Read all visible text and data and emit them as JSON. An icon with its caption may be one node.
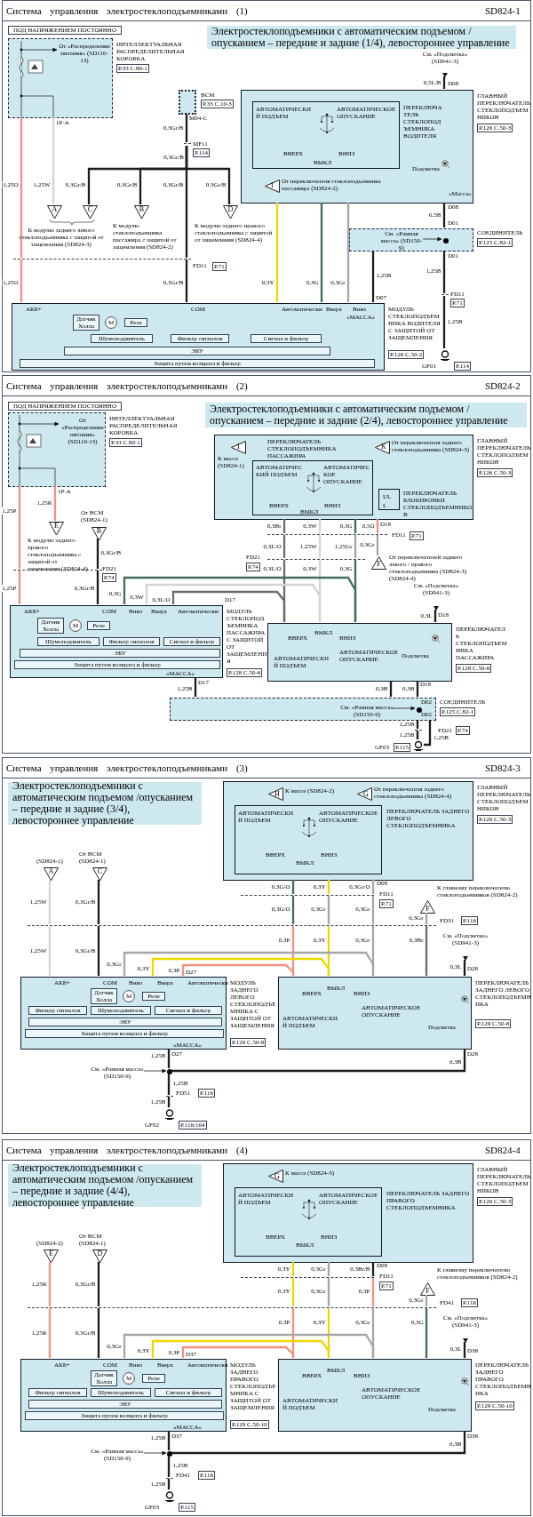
{
  "diagram": {
    "nodes": [
      {
        "text": [
          "Система управления электростеклоподъемниками (1)",
          "SD824-1"
        ]
      },
      {
        "text": [
          "Электростеклоподъемники с автоматическим подъемом /опусканием – передние и задние (1/4), левостороннее управление"
        ],
        "in": 0
      },
      {
        "text": [
          "ПОД НАПРЯЖЕНИЕМ ПОСТОЯННО"
        ],
        "in": 0
      },
      {
        "text": [
          "ИНТЕЛЛЕКТУАЛЬНАЯ РАСПРЕДЕЛИТЕЛЬНАЯ КОРОБКА",
          "P.33 C.80-1"
        ],
        "in": 0
      },
      {
        "text": [
          "От «Распределение питания» (SD110-13)"
        ],
        "in": 3
      },
      {
        "text": [
          "BCM",
          "P.33 C.10-3"
        ],
        "in": 0
      },
      {
        "text": [
          "MF11",
          "P.114"
        ],
        "in": 0
      },
      {
        "text": [
          "A"
        ],
        "in": 0
      },
      {
        "text": [
          "C"
        ],
        "in": 0
      },
      {
        "text": [
          "B"
        ],
        "beside": [
          "К модулю стеклоподъемника пассажира с защитой от защемления (SD824-2)"
        ],
        "in": 0
      },
      {
        "text": [
          "D"
        ],
        "beside": [
          "К модулю заднего правого стеклоподъемника с защитой от защемления (SD824-4)"
        ],
        "in": 0
      },
      {
        "text": [
          "FD11",
          "P.71"
        ],
        "in": 0
      },
      {
        "text": [
          "ГЛАВНЫЙ ПЕРЕКЛЮЧАТЕЛЬ СТЕКЛОПОДЪЕМНИКОВ",
          "P.126 C.50-3",
          "Подсветка",
          "«Масса»"
        ],
        "in": 0
      },
      {
        "text": [
          "АВТОМАТИЧЕСКИЙ ПОДЪЕМ",
          "АВТОМАТИЧЕСКОЕ ОПУСКАНИЕ",
          "ПЕРЕКЛЮЧАТЕЛЬ СТЕКЛОПОДЪЕМНИКА ВОДИТЕЛЯ",
          "ВВЕРХ",
          "ВЫКЛ",
          "ВНИЗ"
        ],
        "in": 12
      },
      {
        "text": [
          "I"
        ],
        "beside": [
          "От переключателя стеклоподъемника пассажира (SD824-2)"
        ],
        "in": 12
      },
      {
        "text": [
          "См. «Подсветка» (SD941-3)"
        ],
        "in": 0
      },
      {
        "text": [
          "СОЕДИНИТЕЛЬ",
          "P.125 C.82-1"
        ],
        "in": 0
      },
      {
        "text": [
          "См. «Рамная масса» (SD150-9)"
        ],
        "in": 16
      },
      {
        "text": [
          "GF01",
          "P.114"
        ],
        "in": 0
      },
      {
        "text": [
          "МОДУЛЬ СТЕКЛОПОДЪЕМНИКА ВОДИТЕЛЯ С ЗАЩИТОЙ ОТ ЗАЩЕМЛЕНИЯ",
          "P.126 C.50-2",
          "АКБ+",
          "COM",
          "Автоматически",
          "Вверх",
          "Вниз",
          "«МАССА»"
        ],
        "in": 0
      },
      {
        "text": [
          "Датчик Холла"
        ],
        "in": 19
      },
      {
        "text": [
          "M"
        ],
        "in": 19
      },
      {
        "text": [
          "Реле"
        ],
        "in": 19
      },
      {
        "text": [
          "Шумоподавитель"
        ],
        "in": 19
      },
      {
        "text": [
          "Фильтр сигналов"
        ],
        "in": 19
      },
      {
        "text": [
          "Сигнал и фильтр"
        ],
        "in": 19
      },
      {
        "text": [
          "ЭБУ"
        ],
        "in": 19
      },
      {
        "text": [
          "Защита путем возврата и фильтр"
        ],
        "in": 19
      },
      {
        "text": [
          "FD11",
          "P.71"
        ],
        "in": 0
      },
      {
        "text": [
          "Система управления электростеклоподъемниками (2)",
          "SD824-2"
        ]
      },
      {
        "text": [
          "Электростеклоподъемники с автоматическим подъемом /опусканием – передние и задние (2/4), левостороннее управление"
        ],
        "in": 29
      },
      {
        "text": [
          "ПОД НАПРЯЖЕНИЕМ ПОСТОЯННО"
        ],
        "in": 29
      },
      {
        "text": [
          "ИНТЕЛЛЕКТУАЛЬНАЯ РАСПРЕДЕЛИТЕЛЬНАЯ КОРОБКА",
          "P.33 C.80-1"
        ],
        "in": 29
      },
      {
        "text": [
          "От «Распределение питания» (SD110-13)"
        ],
        "in": 32
      },
      {
        "text": [
          "E"
        ],
        "beside": [
          "К модулю заднего правого стеклоподъемника с защитой от защемления (SD824-4)"
        ],
        "in": 29
      },
      {
        "text": [
          "B"
        ],
        "beside": [
          "От BCM (SD824-1)"
        ],
        "in": 29
      },
      {
        "text": [
          "FD21",
          "P.74"
        ],
        "in": 29
      },
      {
        "text": [
          "МОДУЛЬ СТЕКЛОПОДЪЕМНИКА ПАССАЖИРА С ЗАЩИТОЙ ОТ ЗАЩЕМЛЕНИЯ",
          "P.128 C.50-6",
          "АКБ+",
          "COM",
          "Вниз",
          "Вверх",
          "Автоматически",
          "«МАССА»"
        ],
        "in": 29
      },
      {
        "text": [
          "Датчик Холла"
        ],
        "in": 37
      },
      {
        "text": [
          "M"
        ],
        "in": 37
      },
      {
        "text": [
          "Реле"
        ],
        "in": 37
      },
      {
        "text": [
          "Шумоподавитель"
        ],
        "in": 37
      },
      {
        "text": [
          "Фильтр сигналов"
        ],
        "in": 37
      },
      {
        "text": [
          "Сигнал и фильтр"
        ],
        "in": 37
      },
      {
        "text": [
          "ЭБУ"
        ],
        "in": 37
      },
      {
        "text": [
          "Защита путем возврата и фильтр"
        ],
        "in": 37
      },
      {
        "text": [
          "ГЛАВНЫЙ ПЕРЕКЛЮЧАТЕЛЬ СТЕКЛОПОДЪЕМНИКОВ",
          "P.126 C.50-3"
        ],
        "in": 29
      },
      {
        "text": [
          "I"
        ],
        "beside": [
          "К массе (SD824-1)"
        ],
        "in": 46
      },
      {
        "text": [
          "K"
        ],
        "beside": [
          "От переключателя заднего стеклоподъемника (SD824-3)"
        ],
        "in": 46
      },
      {
        "text": [
          "АВТОМАТИЧЕСКИЙ ПОДЪЕМ",
          "АВТОМАТИЧЕСКОЕ ОПУСКАНИЕ",
          "ПЕРЕКЛЮЧАТЕЛЬ СТЕКЛОПОДЪЕМНИКА ПАССАЖИРА",
          "ВВЕРХ",
          "ВЫКЛ",
          "ВНИЗ"
        ],
        "in": 46
      },
      {
        "text": [
          "UL",
          "L",
          "ПЕРЕКЛЮЧАТЕЛЬ БЛОКИРОВКИ СТЕКЛОПОДЪЕМНИКОВ"
        ],
        "in": 46
      },
      {
        "text": [
          "FD11",
          "P.71"
        ],
        "in": 29
      },
      {
        "text": [
          "FD21",
          "P.74"
        ],
        "in": 29
      },
      {
        "text": [
          "F"
        ],
        "beside": [
          "От переключателей заднего левого / правого стеклоподъемника (SD824-3) (SD824-4)"
        ],
        "in": 29
      },
      {
        "text": [
          "См. «Подсветка» (SD941-3)"
        ],
        "in": 29
      },
      {
        "text": [
          "ПЕРЕКЛЮЧАТЕЛЬ СТЕКЛОПОДЪЕМНИКА ПАССАЖИРА",
          "P.128 C.50-6",
          "ВВЕРХ",
          "ВЫКЛ",
          "ВНИЗ",
          "АВТОМАТИЧЕСКИЙ ПОДЪЕМ",
          "АВТОМАТИЧЕСКОЕ ОПУСКАНИЕ",
          "Подсветка"
        ],
        "in": 29
      },
      {
        "text": [
          "СОЕДИНИТЕЛЬ",
          "P.125 C.82-1"
        ],
        "in": 29
      },
      {
        "text": [
          "См. «Рамная масса» (SD150-9)"
        ],
        "in": 56
      },
      {
        "text": [
          "FD21",
          "P.74"
        ],
        "in": 29
      },
      {
        "text": [
          "GF03",
          "P.115"
        ],
        "in": 29
      },
      {
        "text": [
          "Система управления электростеклоподъемниками (3)",
          "SD824-3"
        ]
      },
      {
        "text": [
          "Электростеклоподъемники с автоматическим подъемом /опусканием – передние и задние (3/4), левостороннее управление"
        ],
        "in": 60
      },
      {
        "text": [
          "ГЛАВНЫЙ ПЕРЕКЛЮЧАТЕЛЬ СТЕКЛОПОДЪЕМНИКОВ",
          "P.126 C.50-3"
        ],
        "in": 60
      },
      {
        "text": [
          "H"
        ],
        "beside": [
          "К массе (SD824-2)"
        ],
        "in": 62
      },
      {
        "text": [
          "G"
        ],
        "beside": [
          "От переключателя заднего стеклоподъемника (SD824-4)"
        ],
        "in": 62
      },
      {
        "text": [
          "АВТОМАТИЧЕСКИЙ ПОДЪЕМ",
          "АВТОМАТИЧЕСКОЕ ОПУСКАНИЕ",
          "ПЕРЕКЛЮЧАТЕЛЬ ЗАДНЕГО ЛЕВОГО СТЕКЛОПОДЪЕМНИКА",
          "ВВЕРХ",
          "ВЫКЛ",
          "ВНИЗ"
        ],
        "in": 62
      },
      {
        "text": [
          "A"
        ],
        "beside": [
          "(SD824-1)"
        ],
        "in": 60
      },
      {
        "text": [
          "C"
        ],
        "beside": [
          "От BCM (SD824-1)"
        ],
        "in": 60
      },
      {
        "text": [
          "FD11",
          "P.71"
        ],
        "in": 60
      },
      {
        "text": [
          "FD31",
          "P.116"
        ],
        "in": 60
      },
      {
        "text": [
          "F"
        ],
        "beside": [
          "К главному переключателю стеклоподъемников (SD824-2)"
        ],
        "in": 60
      },
      {
        "text": [
          "См. «Подсветка» (SD941-3)"
        ],
        "in": 60
      },
      {
        "text": [
          "МОДУЛЬ ЗАДНЕГО ЛЕВОГО СТЕКЛОПОДЪЕМНИКА С ЗАЩИТОЙ ОТ ЗАЩЕМЛЕНИЯ",
          "P.129 C.50-8",
          "АКБ+",
          "COM",
          "Вниз",
          "Вверх",
          "Автоматически",
          "«МАССА»"
        ],
        "in": 60
      },
      {
        "text": [
          "Датчик Холла"
        ],
        "in": 72
      },
      {
        "text": [
          "M"
        ],
        "in": 72
      },
      {
        "text": [
          "Реле"
        ],
        "in": 72
      },
      {
        "text": [
          "Фильтр сигналов"
        ],
        "in": 72
      },
      {
        "text": [
          "Шумоподавитель"
        ],
        "in": 72
      },
      {
        "text": [
          "Сигнал и фильтр"
        ],
        "in": 72
      },
      {
        "text": [
          "ЭБУ"
        ],
        "in": 72
      },
      {
        "text": [
          "Защита путем возврата и фильтр"
        ],
        "in": 72
      },
      {
        "text": [
          "ПЕРЕКЛЮЧАТЕЛЬ ЗАДНЕГО ЛЕВОГО СТЕКЛОПОДЪЕМНИКА",
          "P.129 C.50-8",
          "ВВЕРХ",
          "ВЫКЛ",
          "ВНИЗ",
          "АВТОМАТИЧЕСКИЙ ПОДЪЕМ",
          "АВТОМАТИЧЕСКОЕ ОПУСКАНИЕ",
          "Подсветка"
        ],
        "in": 60
      },
      {
        "text": [
          "См. «Рамная масса» (SD150-9)"
        ],
        "in": 60
      },
      {
        "text": [
          "FD51",
          "P.116"
        ],
        "in": 60
      },
      {
        "text": [
          "GF02",
          "P.116/164"
        ],
        "in": 60
      },
      {
        "text": [
          "Система управления электростеклоподъемниками (4)",
          "SD824-4"
        ]
      },
      {
        "text": [
          "Электростеклоподъемники с автоматическим подъемом /опусканием – передние и задние (4/4), левостороннее управление"
        ],
        "in": 85
      },
      {
        "text": [
          "ГЛАВНЫЙ ПЕРЕКЛЮЧАТЕЛЬ СТЕКЛОПОДЪЕМНИКОВ",
          "P.126 C.50-3"
        ],
        "in": 85
      },
      {
        "text": [
          "G"
        ],
        "beside": [
          "К массе (SD824-3)"
        ],
        "in": 87
      },
      {
        "text": [
          "АВТОМАТИЧЕСКИЙ ПОДЪЕМ",
          "АВТОМАТИЧЕСКОЕ ОПУСКАНИЕ",
          "ПЕРЕКЛЮЧАТЕЛЬ ЗАДНЕГО ПРАВОГО СТЕКЛОПОДЪЕМНИКА",
          "ВВЕРХ",
          "ВЫКЛ",
          "ВНИЗ"
        ],
        "in": 87
      },
      {
        "text": [
          "E"
        ],
        "beside": [
          "(SD824-2)"
        ],
        "in": 85
      },
      {
        "text": [
          "D"
        ],
        "beside": [
          "От BCM (SD824-1)"
        ],
        "in": 85
      },
      {
        "text": [
          "FD11",
          "P.71"
        ],
        "in": 85
      },
      {
        "text": [
          "FD41",
          "P.116"
        ],
        "in": 85
      },
      {
        "text": [
          "F"
        ],
        "beside": [
          "К главному переключателю стеклоподъемников (SD824-2)"
        ],
        "in": 85
      },
      {
        "text": [
          "См. «Подсветка» (SD941-3)"
        ],
        "in": 85
      },
      {
        "text": [
          "МОДУЛЬ ЗАДНЕГО ПРАВОГО СТЕКЛОПОДЪЕМНИКА С ЗАЩИТОЙ ОТ ЗАЩЕМЛЕНИЯ",
          "P.129 C.50-10",
          "АКБ+",
          "COM",
          "Вниз",
          "Вверх",
          "Автоматически",
          "«МАССА»"
        ],
        "in": 85
      },
      {
        "text": [
          "Датчик Холла"
        ],
        "in": 96
      },
      {
        "text": [
          "M"
        ],
        "in": 96
      },
      {
        "text": [
          "Реле"
        ],
        "in": 96
      },
      {
        "text": [
          "Фильтр сигналов"
        ],
        "in": 96
      },
      {
        "text": [
          "Шумоподавитель"
        ],
        "in": 96
      },
      {
        "text": [
          "Сигнал и фильтр"
        ],
        "in": 96
      },
      {
        "text": [
          "ЭБУ"
        ],
        "in": 96
      },
      {
        "text": [
          "Защита путем возврата и фильтр"
        ],
        "in": 96
      },
      {
        "text": [
          "ПЕРЕКЛЮЧАТЕЛЬ ЗАДНЕГО ПРАВОГО СТЕКЛОПОДЪЕМНИКА",
          "P.129 C.50-10",
          "ВВЕРХ",
          "ВЫКЛ",
          "ВНИЗ",
          "АВТОМАТИЧЕСКИЙ ПОДЪЕМ",
          "АВТОМАТИЧЕСКОЕ ОПУСКАНИЕ",
          "Подсветка"
        ],
        "in": 85
      },
      {
        "text": [
          "См. «Рамная масса» (SD150-9)"
        ],
        "in": 85
      },
      {
        "text": [
          "FD41",
          "P.116"
        ],
        "in": 85
      },
      {
        "text": [
          "GF03",
          "P.115"
        ],
        "in": 85
      },
      {
        "text": [],
        "shape": "circle",
        "in": 16
      },
      {
        "text": [],
        "shape": "circle",
        "in": 56
      },
      {
        "text": [],
        "shape": "circle",
        "in": 60
      },
      {
        "text": [],
        "shape": "circle",
        "in": 85
      }
    ],
    "edges": [
      {
        "from": 3,
        "to": 11,
        "arrow": "none",
        "label": "1,25O",
        "color": "#f4907f"
      },
      {
        "from": 11,
        "to": 19,
        "arrow": "none",
        "label": "1,25O",
        "color": "#f4907f"
      },
      {
        "from": 3,
        "to": 7,
        "arrow": "none",
        "label": "1,25W",
        "color": "#d4d4d4"
      },
      {
        "from": 5,
        "to": 6,
        "arrow": "none",
        "label": "0,3Gr/B"
      },
      {
        "from": 6,
        "to": 8,
        "arrow": "none",
        "label": "0,3Gr/B"
      },
      {
        "from": 6,
        "to": 9,
        "arrow": "none",
        "label": "0,3Gr/B"
      },
      {
        "from": 6,
        "to": 11,
        "arrow": "none",
        "label": "0,3Gr/B"
      },
      {
        "from": 6,
        "to": 10,
        "arrow": "none",
        "label": "0,3Gr/B"
      },
      {
        "from": 11,
        "to": 19,
        "arrow": "none",
        "label": "0,3Gr/B"
      },
      {
        "from": 12,
        "to": 19,
        "arrow": "none",
        "label": "0,3Y",
        "color": "#ecd800"
      },
      {
        "from": 12,
        "to": 19,
        "arrow": "none",
        "label": "0,3G",
        "color": "#3f6d55"
      },
      {
        "from": 12,
        "to": 19,
        "arrow": "none",
        "label": "0,3Gr",
        "color": "#a6a6a6"
      },
      {
        "from": 15,
        "to": 12,
        "arrow": "none",
        "label": "0,5L/B"
      },
      {
        "from": 12,
        "to": 16,
        "arrow": "none",
        "label": "0,5B"
      },
      {
        "from": 16,
        "to": 28,
        "arrow": "none",
        "label": "1,25B"
      },
      {
        "from": 28,
        "to": 18,
        "arrow": "none",
        "label": "1,25B"
      },
      {
        "from": 16,
        "to": 19,
        "arrow": "none",
        "label": "1,25B"
      },
      {
        "from": 3,
        "to": 4,
        "arrow": "to"
      },
      {
        "from": 17,
        "to": 109,
        "arrow": "to"
      },
      {
        "from": 32,
        "to": 36,
        "arrow": "none",
        "label": "1,25P",
        "color": "#f4907f"
      },
      {
        "from": 36,
        "to": 37,
        "arrow": "none",
        "label": "1,25P",
        "color": "#f4907f"
      },
      {
        "from": 32,
        "to": 34,
        "arrow": "none",
        "label": "1,25R",
        "color": "#f4907f"
      },
      {
        "from": 35,
        "to": 36,
        "arrow": "none",
        "label": "0,3Gr/B"
      },
      {
        "from": 36,
        "to": 37,
        "arrow": "none",
        "label": "0,3Gr/B"
      },
      {
        "from": 46,
        "to": 51,
        "arrow": "none",
        "label": "0,3Br",
        "color": "#6b6b6b"
      },
      {
        "from": 46,
        "to": 51,
        "arrow": "none",
        "label": "0,3W",
        "color": "#d4d4d4"
      },
      {
        "from": 46,
        "to": 51,
        "arrow": "none",
        "label": "0,3G",
        "color": "#3f6d55"
      },
      {
        "from": 51,
        "to": 52,
        "arrow": "none",
        "label": "0,3L/O",
        "color": "#6b6b6b"
      },
      {
        "from": 51,
        "to": 52,
        "arrow": "none",
        "label": "1,25W",
        "color": "#d4d4d4"
      },
      {
        "from": 51,
        "to": 52,
        "arrow": "none",
        "label": "1,25Gr",
        "color": "#a6a6a6"
      },
      {
        "from": 52,
        "to": 55,
        "arrow": "none",
        "label": "0,3L/O",
        "color": "#6b6b6b"
      },
      {
        "from": 52,
        "to": 55,
        "arrow": "none",
        "label": "0,3W",
        "color": "#d4d4d4"
      },
      {
        "from": 52,
        "to": 55,
        "arrow": "none",
        "label": "0,3G",
        "color": "#3f6d55"
      },
      {
        "from": 37,
        "to": 55,
        "arrow": "none",
        "label": "0,3G",
        "color": "#3f6d55"
      },
      {
        "from": 37,
        "to": 55,
        "arrow": "none",
        "label": "0,3W",
        "color": "#d4d4d4"
      },
      {
        "from": 37,
        "to": 55,
        "arrow": "none",
        "label": "0,3L/O",
        "color": "#6b6b6b"
      },
      {
        "from": 46,
        "to": 51,
        "arrow": "none",
        "label": "0,5O",
        "color": "#f4907f"
      },
      {
        "from": 51,
        "to": 53,
        "arrow": "none",
        "label": "0,3Gr",
        "color": "#a6a6a6"
      },
      {
        "from": 54,
        "to": 55,
        "arrow": "none",
        "label": "0,3L"
      },
      {
        "from": 55,
        "to": 56,
        "arrow": "none",
        "label": "0,3B"
      },
      {
        "from": 55,
        "to": 56,
        "arrow": "none",
        "label": "0,3B"
      },
      {
        "from": 37,
        "to": 56,
        "arrow": "none",
        "label": "1,25B"
      },
      {
        "from": 56,
        "to": 58,
        "arrow": "none",
        "label": "1,25B"
      },
      {
        "from": 58,
        "to": 59,
        "arrow": "none",
        "label": "1,25B"
      },
      {
        "from": 56,
        "to": 59,
        "arrow": "none"
      },
      {
        "from": 32,
        "to": 33,
        "arrow": "to"
      },
      {
        "from": 57,
        "to": 110,
        "arrow": "to"
      },
      {
        "from": 66,
        "to": 69,
        "arrow": "none",
        "label": "1,25W",
        "color": "#d4d4d4"
      },
      {
        "from": 69,
        "to": 72,
        "arrow": "none",
        "label": "1,25W",
        "color": "#d4d4d4"
      },
      {
        "from": 67,
        "to": 69,
        "arrow": "none",
        "label": "0,3Gr/B"
      },
      {
        "from": 69,
        "to": 72,
        "arrow": "none",
        "label": "0,3Gr/B"
      },
      {
        "from": 62,
        "to": 68,
        "arrow": "none",
        "label": "0,3G/O",
        "color": "#3f6d55"
      },
      {
        "from": 62,
        "to": 68,
        "arrow": "none",
        "label": "0,3Y",
        "color": "#ecd800"
      },
      {
        "from": 62,
        "to": 68,
        "arrow": "none",
        "label": "0,3Gr/O",
        "color": "#a6a6a6"
      },
      {
        "from": 68,
        "to": 69,
        "arrow": "none",
        "label": "0,3G/O",
        "color": "#3f6d55"
      },
      {
        "from": 68,
        "to": 69,
        "arrow": "none",
        "label": "0,3Gr",
        "color": "#a6a6a6"
      },
      {
        "from": 68,
        "to": 69,
        "arrow": "none",
        "label": "0,3Gr",
        "color": "#a6a6a6"
      },
      {
        "from": 69,
        "to": 81,
        "arrow": "none",
        "label": "0,3P",
        "color": "#f4907f"
      },
      {
        "from": 69,
        "to": 81,
        "arrow": "none",
        "label": "0,3Y",
        "color": "#ecd800"
      },
      {
        "from": 69,
        "to": 81,
        "arrow": "none",
        "label": "0,3Gr",
        "color": "#a6a6a6"
      },
      {
        "from": 70,
        "to": 69,
        "arrow": "none",
        "label": "0,3Gr",
        "color": "#a6a6a6"
      },
      {
        "from": 69,
        "to": 81,
        "arrow": "none",
        "label": "0,3Br",
        "color": "#6b6b6b"
      },
      {
        "from": 72,
        "to": 81,
        "arrow": "none",
        "label": "0,3Gr",
        "color": "#a6a6a6"
      },
      {
        "from": 72,
        "to": 81,
        "arrow": "none",
        "label": "0,3Y",
        "color": "#ecd800"
      },
      {
        "from": 72,
        "to": 81,
        "arrow": "none",
        "label": "0,3P",
        "color": "#f4907f"
      },
      {
        "from": 71,
        "to": 81,
        "arrow": "none",
        "label": "0,3L"
      },
      {
        "from": 72,
        "to": 111,
        "arrow": "none",
        "label": "1,25B"
      },
      {
        "from": 81,
        "to": 111,
        "arrow": "none",
        "label": "0,3B"
      },
      {
        "from": 83,
        "to": 84,
        "arrow": "none",
        "label": "1,25B"
      },
      {
        "from": 82,
        "to": 111,
        "arrow": "to"
      },
      {
        "from": 90,
        "to": 93,
        "arrow": "none",
        "label": "1,25R",
        "color": "#f4907f"
      },
      {
        "from": 93,
        "to": 96,
        "arrow": "none",
        "label": "1,25R",
        "color": "#f4907f"
      },
      {
        "from": 91,
        "to": 93,
        "arrow": "none",
        "label": "0,3Gr/B"
      },
      {
        "from": 93,
        "to": 96,
        "arrow": "none",
        "label": "0,3Gr/B"
      },
      {
        "from": 87,
        "to": 92,
        "arrow": "none",
        "label": "0,3Y",
        "color": "#ecd800"
      },
      {
        "from": 87,
        "to": 92,
        "arrow": "none",
        "label": "0,3Gr",
        "color": "#a6a6a6"
      },
      {
        "from": 87,
        "to": 92,
        "arrow": "none",
        "label": "0,3Br/B"
      },
      {
        "from": 92,
        "to": 93,
        "arrow": "none",
        "label": "0,3Y",
        "color": "#ecd800"
      },
      {
        "from": 92,
        "to": 93,
        "arrow": "none",
        "label": "0,3Gr",
        "color": "#a6a6a6"
      },
      {
        "from": 92,
        "to": 93,
        "arrow": "none",
        "label": "0,3P",
        "color": "#f4907f"
      },
      {
        "from": 93,
        "to": 105,
        "arrow": "none",
        "label": "0,3P",
        "color": "#f4907f"
      },
      {
        "from": 93,
        "to": 105,
        "arrow": "none",
        "label": "0,3Y",
        "color": "#ecd800"
      },
      {
        "from": 93,
        "to": 105,
        "arrow": "none",
        "label": "0,3Gr",
        "color": "#a6a6a6"
      },
      {
        "from": 94,
        "to": 93,
        "arrow": "none",
        "label": "0,3Gr",
        "color": "#a6a6a6"
      },
      {
        "from": 93,
        "to": 105,
        "arrow": "none",
        "label": "0,3G",
        "color": "#3f6d55"
      },
      {
        "from": 96,
        "to": 105,
        "arrow": "none",
        "label": "0,3Gr",
        "color": "#a6a6a6"
      },
      {
        "from": 96,
        "to": 105,
        "arrow": "none",
        "label": "0,3Y",
        "color": "#ecd800"
      },
      {
        "from": 96,
        "to": 105,
        "arrow": "none",
        "label": "0,3P",
        "color": "#f4907f"
      },
      {
        "from": 95,
        "to": 105,
        "arrow": "none",
        "label": "0,3L"
      },
      {
        "from": 96,
        "to": 112,
        "arrow": "none",
        "label": "1,25B"
      },
      {
        "from": 105,
        "to": 112,
        "arrow": "none",
        "label": "0,3B"
      },
      {
        "from": 107,
        "to": 108,
        "arrow": "none",
        "label": "1,25B"
      },
      {
        "from": 106,
        "to": 112,
        "arrow": "to"
      },
      {
        "from": 111,
        "to": 83,
        "arrow": "none",
        "label": "1,25B"
      },
      {
        "from": 112,
        "to": 107,
        "arrow": "none",
        "label": "1,25B"
      }
    ],
    "labels": [
      "К модулю заднего левого стеклоподъемника с защитой от защемления (SD824-3)",
      "0,3Gr/B",
      "1P-A",
      "M04-C",
      "D08",
      "D08",
      "D01",
      "D01",
      "D07",
      "1P-A",
      "D17",
      "D17",
      "D18",
      "D18",
      "D18",
      "D02",
      "D02",
      "1,25B",
      "D08",
      "D27",
      "D27",
      "D28",
      "D28",
      "D08",
      "D37",
      "D37",
      "D38",
      "D38"
    ]
  }
}
